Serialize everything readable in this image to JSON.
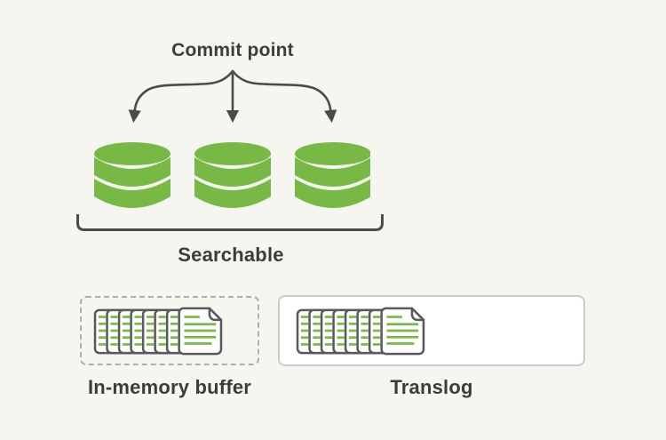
{
  "colors": {
    "background": "#F5F6F0",
    "green": "#78B845",
    "text_dark": "#3C3C3E",
    "arrow_gray": "#4A4B4C",
    "doc_stroke": "#58595B",
    "doc_fill": "#FFFFFF",
    "dashed_border": "#ADADAD",
    "translog_border": "#CBCBCB"
  },
  "diagram": {
    "commit_point_label": "Commit point",
    "searchable_label": "Searchable",
    "segments": {
      "icon": "database-icon",
      "count": 3
    },
    "in_memory_buffer": {
      "label": "In-memory buffer",
      "icon": "document-stack-icon",
      "pages": 8,
      "border_style": "dashed"
    },
    "translog": {
      "label": "Translog",
      "icon": "document-stack-icon",
      "pages": 8,
      "border_style": "solid"
    }
  }
}
